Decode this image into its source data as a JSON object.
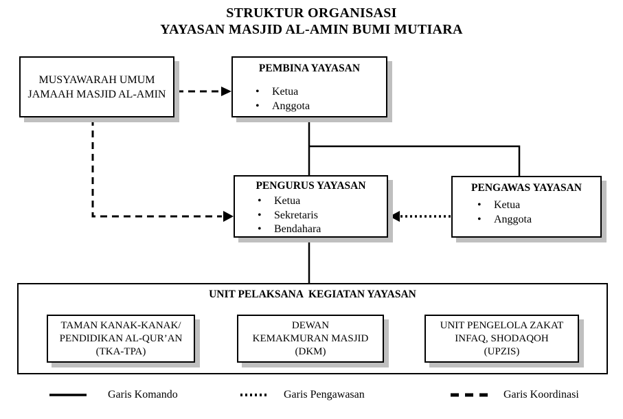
{
  "title": {
    "line1": "STRUKTUR ORGANISASI",
    "line2": "YAYASAN MASJID AL-AMIN BUMI MUTIARA"
  },
  "boxes": {
    "musyawarah": {
      "line1": "MUSYAWARAH UMUM",
      "line2": "JAMAAH MASJID AL-AMIN"
    },
    "pembina": {
      "title": "PEMBINA YAYASAN",
      "items": [
        "Ketua",
        "Anggota"
      ]
    },
    "pengurus": {
      "title": "PENGURUS YAYASAN",
      "items": [
        "Ketua",
        "Sekretaris",
        "Bendahara"
      ]
    },
    "pengawas": {
      "title": "PENGAWAS YAYASAN",
      "items": [
        "Ketua",
        "Anggota"
      ]
    },
    "unit_pelaksana": {
      "title": "UNIT PELAKSANA  KEGIATAN YAYASAN",
      "children": [
        {
          "lines": [
            "TAMAN KANAK-KANAK/",
            "PENDIDIKAN AL-QUR’AN",
            "(TKA-TPA)"
          ]
        },
        {
          "lines": [
            "DEWAN",
            "KEMAKMURAN MASJID",
            "(DKM)"
          ]
        },
        {
          "lines": [
            "UNIT PENGELOLA ZAKAT",
            "INFAQ, SHODAQOH",
            "(UPZIS)"
          ]
        }
      ]
    }
  },
  "legend": [
    {
      "style": "solid",
      "label": "Garis Komando"
    },
    {
      "style": "dotted",
      "label": "Garis Pengawasan"
    },
    {
      "style": "dashed",
      "label": "Garis Koordinasi"
    }
  ],
  "colors": {
    "background": "#ffffff",
    "text": "#000000",
    "line": "#000000",
    "box_shadow": "#bfbfbf"
  }
}
